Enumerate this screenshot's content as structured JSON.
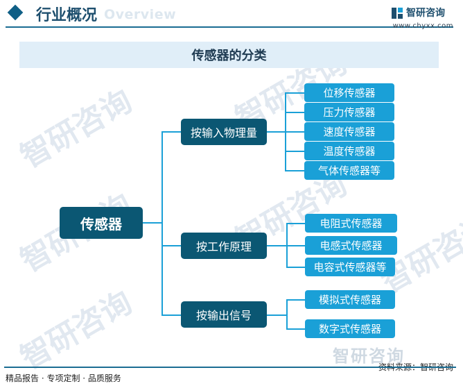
{
  "header": {
    "title": "行业概况",
    "subtitle": "Overview",
    "brand_name": "智研咨询",
    "brand_url": "www.chyxx.com"
  },
  "diagram": {
    "title": "传感器的分类",
    "root": "传感器",
    "categories": [
      {
        "label": "按输入物理量",
        "items": [
          "位移传感器",
          "压力传感器",
          "速度传感器",
          "温度传感器",
          "气体传感器等"
        ]
      },
      {
        "label": "按工作原理",
        "items": [
          "电阻式传感器",
          "电感式传感器",
          "电容式传感器等"
        ]
      },
      {
        "label": "按输出信号",
        "items": [
          "模拟式传感器",
          "数字式传感器"
        ]
      }
    ]
  },
  "watermark": "智研咨询",
  "footer": {
    "left": "精品报告 · 专项定制 · 品质服务",
    "source": "资料来源：智研咨询"
  },
  "colors": {
    "dark_box": "#0b5773",
    "light_box": "#1aa0d7",
    "banner_bg": "#e0eef8",
    "accent_line": "#1a6c92"
  }
}
